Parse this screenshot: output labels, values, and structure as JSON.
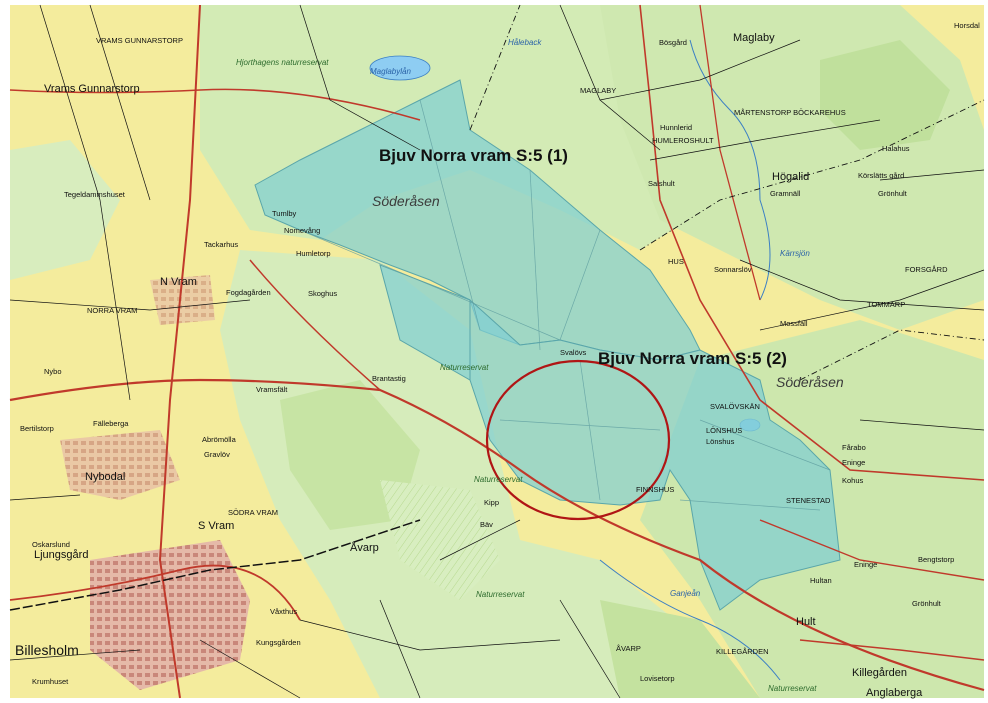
{
  "map": {
    "parcels": [
      {
        "name": "Bjuv Norra vram S:5 (1)"
      },
      {
        "name": "Bjuv Norra vram S:5 (2)"
      }
    ],
    "labels": {
      "big": [
        "Bjuv Norra vram S:5 (1)",
        "Bjuv Norra vram S:5 (2)"
      ],
      "towns": [
        "Billesholm",
        "Vrams Gunnarstorp",
        "Ljungsgård",
        "S Vram",
        "N Vram",
        "Nybodal",
        "Maglaby",
        "Högalid",
        "Hult",
        "Killegården",
        "Anglaberga",
        "Eninge",
        "Bengtstorp",
        "Kohus",
        "Grönhult"
      ],
      "areas": [
        "Söderåsen",
        "Söderåsen"
      ],
      "places": [
        "VRAMS GUNNARSTORP",
        "MAGLABY",
        "NORRA VRAM",
        "SÖDRA VRAM",
        "FINNSHUS",
        "LÖNSHUS",
        "STENESTAD",
        "TOMMARP",
        "FORSGÅRD",
        "HUMLEROSHULT",
        "SVALÖVSKÄN",
        "MÅRTENSTORP BÖCKAREHUS",
        "KILLEGÅRDEN",
        "ÅVARP",
        "Tumlby",
        "Nomevång",
        "Humletorp",
        "Fogdagården",
        "Skoghus",
        "Brantastig",
        "Fälleberga",
        "Abrömölla",
        "Nybo",
        "Bertilstorp",
        "Oskarslund",
        "Krumhuset",
        "Kungsgården",
        "Våxthus",
        "Bäv",
        "Åvarp",
        "Lovisetorp",
        "Hultan",
        "Tegeldammshuset",
        "Tackarhus",
        "Vramsfält",
        "Salshult",
        "Hunnlerid",
        "Bösgård",
        "Gramnäll",
        "Körslätts gård",
        "Halahus",
        "Grönhult",
        "Fårabo",
        "Mossfäll",
        "Sonnarslöv",
        "HUS",
        "Eninge",
        "Lönshus",
        "Gravlöv",
        "Horsdal",
        "Kipp",
        "Svalövs"
      ],
      "nature": [
        "Hjorthagens naturreservat",
        "Naturreservat",
        "Naturreservat",
        "Naturreservat",
        "Naturreservat"
      ],
      "water": [
        "Maglabylån",
        "Håleback",
        "Kärrsjön",
        "Ganjeån"
      ]
    }
  },
  "colors": {
    "open_land": "#f6ee9c",
    "forest": "#d3ebb5",
    "dense_forest": "#c0e09c",
    "parcel_fill": "#7fcfd2",
    "parcel_stroke": "#5aa6aa",
    "road_main": "#c0392b",
    "road_minor": "#000000",
    "urban": "#c9877a",
    "water": "#8ecdf2",
    "circle": "#b01515"
  }
}
